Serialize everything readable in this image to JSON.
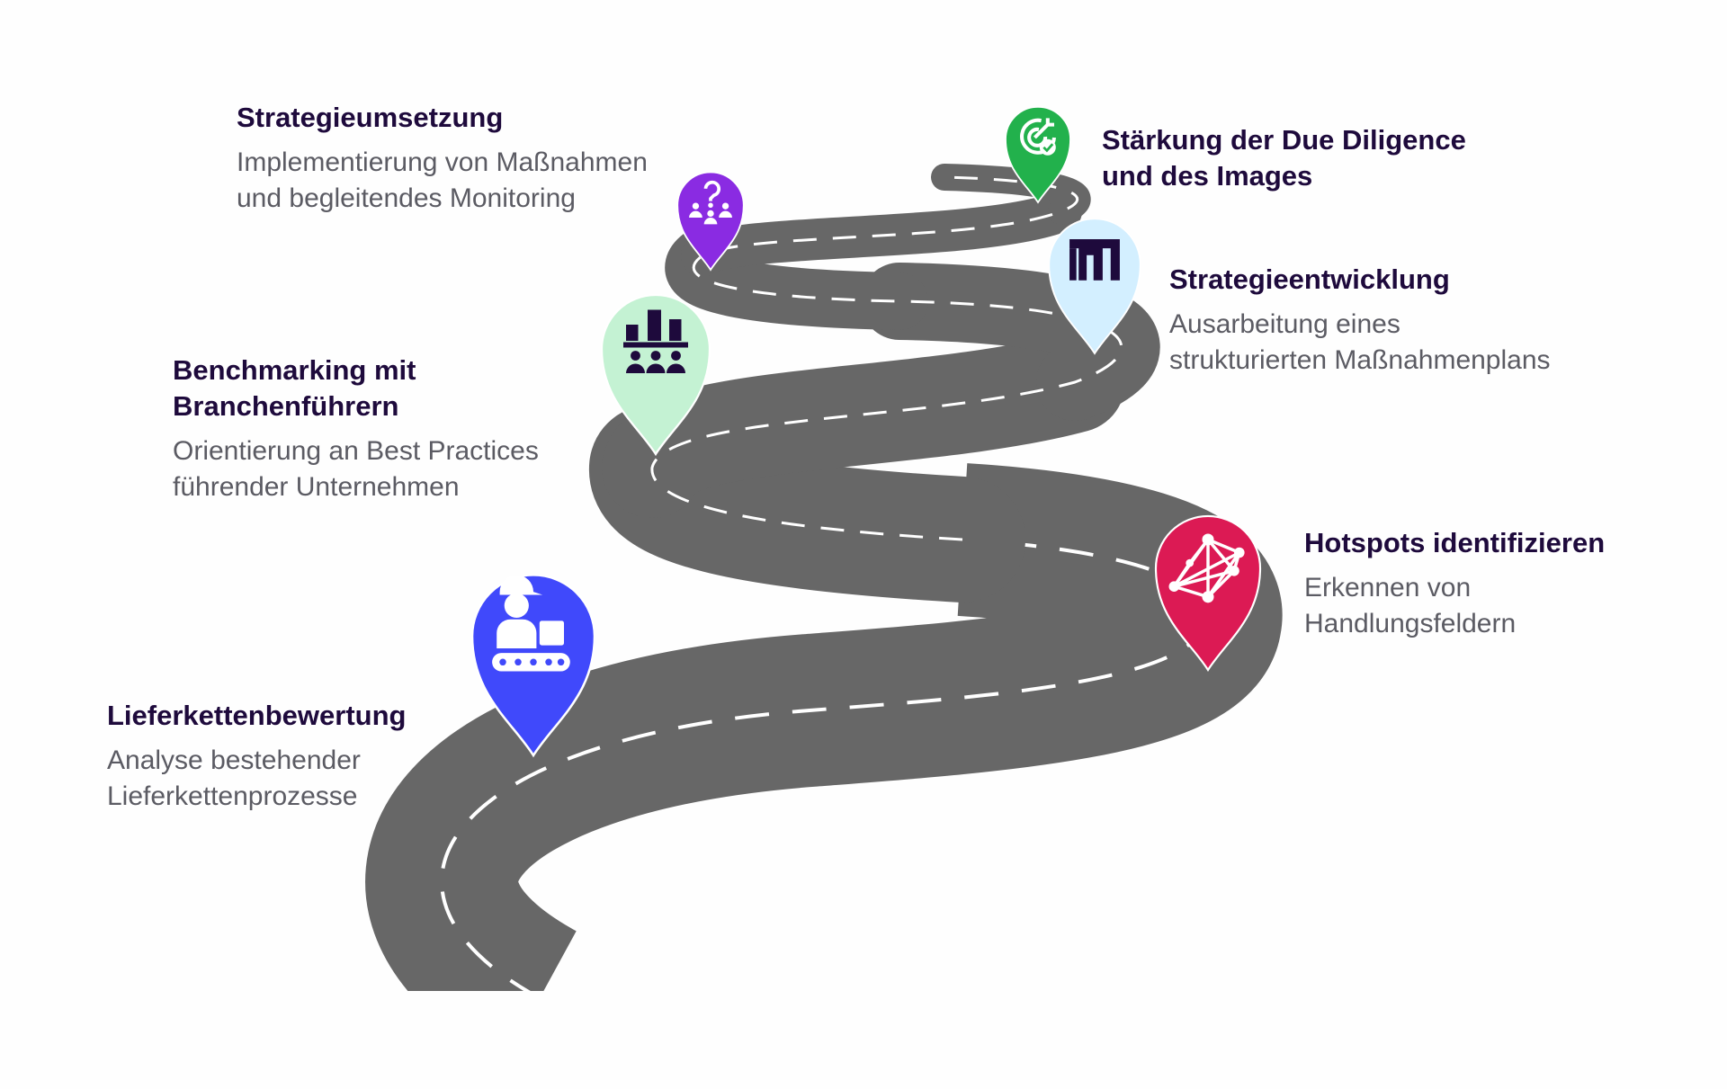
{
  "colors": {
    "road": "#676767",
    "dash": "#ffffff",
    "title": "#1e0a3c",
    "description": "#5b5b63"
  },
  "milestones": [
    {
      "step": 1,
      "title": [
        "Lieferkettenbewertung"
      ],
      "description": [
        "Analyse bestehender",
        "Lieferkettenprozesse"
      ],
      "icon": "worker-conveyor-icon",
      "pin_color": "#4049fb",
      "icon_color": "#ffffff"
    },
    {
      "step": 2,
      "title": [
        "Hotspots identifizieren"
      ],
      "description": [
        "Erkennen von",
        "Handlungsfeldern"
      ],
      "icon": "network-icon",
      "pin_color": "#dc1a54",
      "icon_color": "#ffffff"
    },
    {
      "step": 3,
      "title": [
        "Benchmarking mit",
        "Branchenführern"
      ],
      "description": [
        "Orientierung an Best Practices",
        "führender Unternehmen"
      ],
      "icon": "benchmark-chart-icon",
      "pin_color": "#c4f2d3",
      "icon_color": "#1e0a3c"
    },
    {
      "step": 4,
      "title": [
        "Strategieentwicklung"
      ],
      "description": [
        "Ausarbeitung eines",
        "strukturierten Maßnahmenplans"
      ],
      "icon": "strategy-pillars-icon",
      "pin_color": "#d3efff",
      "icon_color": "#1e0a3c"
    },
    {
      "step": 5,
      "title": [
        "Strategieumsetzung"
      ],
      "description": [
        "Implementierung von Maßnahmen",
        "und begleitendes Monitoring"
      ],
      "icon": "team-question-icon",
      "pin_color": "#8a2be2",
      "icon_color": "#ffffff"
    },
    {
      "step": 6,
      "title": [
        "Stärkung der Due Diligence",
        "und des Images"
      ],
      "description": [],
      "icon": "target-check-icon",
      "pin_color": "#22b14c",
      "icon_color": "#ffffff"
    }
  ]
}
